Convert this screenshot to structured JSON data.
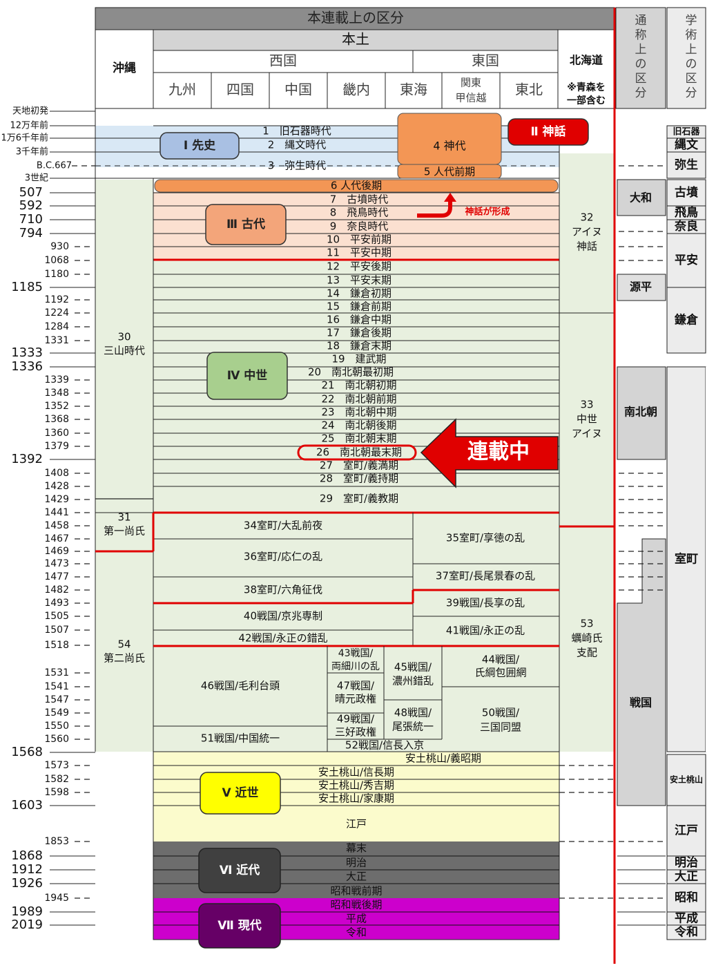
{
  "header": {
    "top": "本連載上の区分",
    "hondo": "本土",
    "saigoku": "西国",
    "togoku": "東国",
    "okinawa": "沖縄",
    "hokkaido": "北海道",
    "hokkaido_note": [
      "※青森を",
      "一部含む"
    ],
    "regions": [
      [
        "九州"
      ],
      [
        "四国"
      ],
      [
        "中国"
      ],
      [
        "畿内"
      ],
      [
        "東海"
      ],
      [
        "関東",
        "甲信越"
      ],
      [
        "東北"
      ]
    ],
    "tsusho": [
      "通",
      "称",
      "上",
      "の",
      "区",
      "分"
    ],
    "gakujutsu": [
      "学",
      "術",
      "上",
      "の",
      "区",
      "分"
    ]
  },
  "left_labels": [
    "天地初発",
    "12万年前",
    "1万6千年前",
    "3千年前",
    "B.C.667",
    "3世紀",
    "507",
    "592",
    "710",
    "794",
    "930",
    "1068",
    "1180",
    "1185",
    "1192",
    "1224",
    "1284",
    "1331",
    "1333",
    "1336",
    "1339",
    "1348",
    "1352",
    "1368",
    "1360",
    "1379",
    "1392",
    "1408",
    "1428",
    "1429",
    "1441",
    "1458",
    "1467",
    "1469",
    "1473",
    "1477",
    "1482",
    "1493",
    "1505",
    "1507",
    "1518",
    "1531",
    "1541",
    "1547",
    "1549",
    "1550",
    "1560",
    "1568",
    "1573",
    "1582",
    "1598",
    "1603",
    "1853",
    "1868",
    "1912",
    "1926",
    "1945",
    "1989",
    "2019"
  ],
  "badges": {
    "b1": "Ⅰ 先史",
    "b2": "Ⅱ 神話",
    "b3": "Ⅲ 古代",
    "b4": "Ⅳ 中世",
    "b5": "Ⅴ 近世",
    "b6": "Ⅵ 近代",
    "b7": "Ⅶ 現代"
  },
  "periods": [
    "1　旧石器時代",
    "2　縄文時代",
    "3　弥生時代",
    "4 神代",
    "5 人代前期",
    "6 人代後期",
    "7　古墳時代",
    "8　飛鳥時代",
    "9　奈良時代",
    "10　平安前期",
    "11　平安中期",
    "12　平安後期",
    "13　平安末期",
    "14　鎌倉初期",
    "15　鎌倉前期",
    "16　鎌倉中期",
    "17　鎌倉後期",
    "18　鎌倉末期",
    "19　建武期",
    "20　南北朝最初期",
    "21　南北朝初期",
    "22　南北朝前期",
    "23　南北朝中期",
    "24　南北朝後期",
    "25　南北朝末期",
    "26　南北朝最末期",
    "27　室町/義満期",
    "28　室町/義持期",
    "29　室町/義教期",
    "34室町/大乱前夜",
    "35室町/享徳の乱",
    "36室町/応仁の乱",
    "37室町/長尾景春の乱",
    "38室町/六角征伐",
    "39戦国/長享の乱",
    "40戦国/京兆専制",
    "41戦国/永正の乱",
    "42戦国/永正の錯乱",
    "43戦国/両細川の乱",
    "44戦国/氏綱包囲網",
    "45戦国/濃州錯乱",
    "46戦国/毛利台頭",
    "47戦国/晴元政権",
    "48戦国/尾張統一",
    "49戦国/三好政権",
    "50戦国/三国同盟",
    "51戦国/中国統一",
    "52戦国/信長入京",
    "安土桃山/義昭期",
    "安土桃山/信長期",
    "安土桃山/秀吉期",
    "安土桃山/家康期",
    "江戸",
    "幕末",
    "明治",
    "大正",
    "昭和戦前期",
    "昭和戦後期",
    "平成",
    "令和"
  ],
  "okinawa_periods": [
    [
      "30",
      "三山時代"
    ],
    [
      "31",
      "第一尚氏"
    ],
    [
      "54",
      "第二尚氏"
    ]
  ],
  "ainu_periods": [
    [
      "32",
      "アイヌ",
      "神話"
    ],
    [
      "33",
      "中世",
      "アイヌ"
    ],
    [
      "53",
      "蠣崎氏",
      "支配"
    ]
  ],
  "tsusho_periods": [
    "大和",
    "源平",
    "南北朝",
    "戦国"
  ],
  "gakujutsu_periods": [
    "旧石器",
    "縄文",
    "弥生",
    "古墳",
    "飛鳥",
    "奈良",
    "平安",
    "鎌倉",
    "室町",
    "安土桃山",
    "江戸",
    "明治",
    "大正",
    "昭和",
    "平成",
    "令和"
  ],
  "annotations": {
    "shinwa": "神話が形成",
    "rensai": "連載中"
  },
  "colors": {
    "prehistory": "#d9e8f5",
    "ancient": "#fbe0d0",
    "medieval": "#e8f0df",
    "early_modern": "#fbfbcc",
    "modern": "#6d6d6d",
    "contemporary": "#cc00cc",
    "myth": "#f39655",
    "red": "#e00000",
    "gray_header": "#8c8c8c"
  }
}
